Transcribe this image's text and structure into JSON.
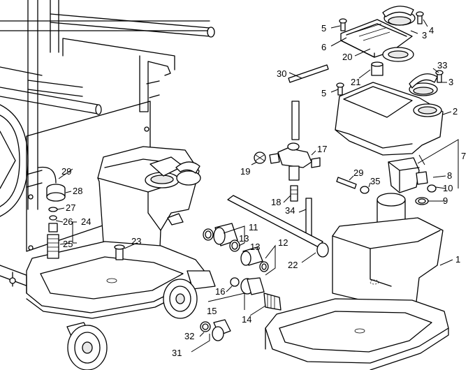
{
  "callouts": [
    {
      "id": "c1",
      "text": "1"
    },
    {
      "id": "c2",
      "text": "2"
    },
    {
      "id": "c3a",
      "text": "3"
    },
    {
      "id": "c3b",
      "text": "3"
    },
    {
      "id": "c4",
      "text": "4"
    },
    {
      "id": "c5a",
      "text": "5"
    },
    {
      "id": "c5b",
      "text": "5"
    },
    {
      "id": "c6",
      "text": "6"
    },
    {
      "id": "c7",
      "text": "7"
    },
    {
      "id": "c8",
      "text": "8"
    },
    {
      "id": "c9",
      "text": "9"
    },
    {
      "id": "c10",
      "text": "10"
    },
    {
      "id": "c11",
      "text": "11"
    },
    {
      "id": "c12",
      "text": "12"
    },
    {
      "id": "c13a",
      "text": "13"
    },
    {
      "id": "c13b",
      "text": "13"
    },
    {
      "id": "c14",
      "text": "14"
    },
    {
      "id": "c15",
      "text": "15"
    },
    {
      "id": "c16",
      "text": "16"
    },
    {
      "id": "c17",
      "text": "17"
    },
    {
      "id": "c18",
      "text": "18"
    },
    {
      "id": "c19",
      "text": "19"
    },
    {
      "id": "c20",
      "text": "20"
    },
    {
      "id": "c21",
      "text": "21"
    },
    {
      "id": "c22",
      "text": "22"
    },
    {
      "id": "c23",
      "text": "23"
    },
    {
      "id": "c24",
      "text": "24"
    },
    {
      "id": "c25",
      "text": "25"
    },
    {
      "id": "c26",
      "text": "26"
    },
    {
      "id": "c27",
      "text": "27"
    },
    {
      "id": "c28",
      "text": "28"
    },
    {
      "id": "c29a",
      "text": "29"
    },
    {
      "id": "c29b",
      "text": "29"
    },
    {
      "id": "c30",
      "text": "30"
    },
    {
      "id": "c31",
      "text": "31"
    },
    {
      "id": "c32",
      "text": "32"
    },
    {
      "id": "c33",
      "text": "33"
    },
    {
      "id": "c34",
      "text": "34"
    },
    {
      "id": "c35",
      "text": "35"
    }
  ]
}
